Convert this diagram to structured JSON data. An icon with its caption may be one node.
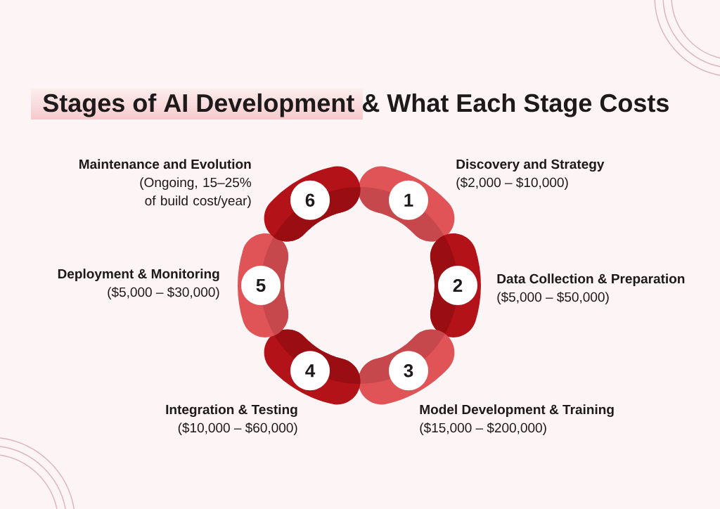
{
  "diagram": {
    "title": "Stages of AI Development & What Each Stage Costs",
    "nodes": [
      {
        "text": [
          "1"
        ],
        "beside": [
          "Discovery and Strategy",
          "($2,000 – $10,000)"
        ]
      },
      {
        "text": [
          "2"
        ],
        "beside": [
          "Data Collection & Preparation",
          "($5,000 – $50,000)"
        ]
      },
      {
        "text": [
          "3"
        ],
        "beside": [
          "Model Development & Training",
          "($15,000 – $200,000)"
        ]
      },
      {
        "text": [
          "4"
        ],
        "beside": [
          "Integration & Testing",
          "($10,000 – $60,000)"
        ]
      },
      {
        "text": [
          "5"
        ],
        "beside": [
          "Deployment & Monitoring",
          "($5,000 – $30,000)"
        ]
      },
      {
        "text": [
          "6"
        ],
        "beside": [
          "Maintenance and Evolution",
          "(Ongoing, 15–25% of build cost/year)"
        ]
      }
    ]
  }
}
